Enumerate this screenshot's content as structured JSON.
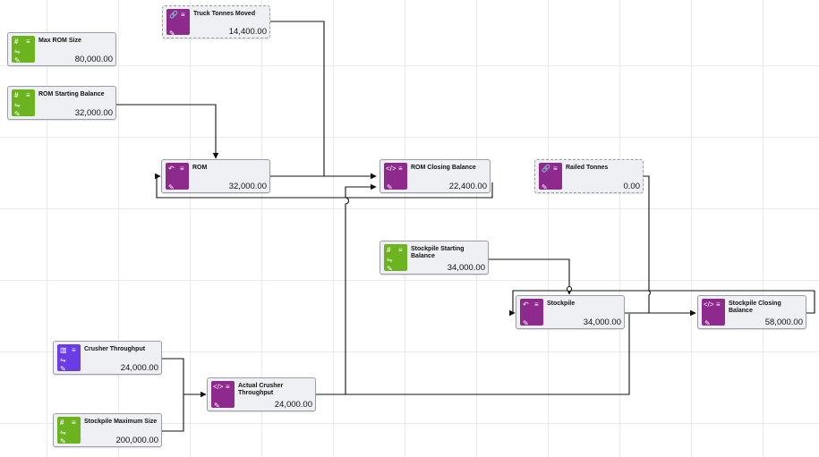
{
  "nodes": {
    "truck_tonnes_moved": {
      "title": "Truck Tonnes Moved",
      "value": "14,400.00",
      "type": "link-icon"
    },
    "max_rom_size": {
      "title": "Max ROM Size",
      "value": "80,000.00",
      "type": "hash-icon"
    },
    "rom_starting_balance": {
      "title": "ROM Starting Balance",
      "value": "32,000.00",
      "type": "hash-icon"
    },
    "rom": {
      "title": "ROM",
      "value": "32,000.00",
      "type": "stock-icon"
    },
    "rom_closing_balance": {
      "title": "ROM Closing Balance",
      "value": "22,400.00",
      "type": "code-icon"
    },
    "railed_tonnes": {
      "title": "Railed Tonnes",
      "value": "0.00",
      "type": "link-icon"
    },
    "stockpile_starting_balance": {
      "title": "Stockpile Starting Balance",
      "value": "34,000.00",
      "type": "hash-icon"
    },
    "stockpile": {
      "title": "Stockpile",
      "value": "34,000.00",
      "type": "stock-icon"
    },
    "stockpile_closing_balance": {
      "title": "Stockpile Closing Balance",
      "value": "58,000.00",
      "type": "code-icon"
    },
    "crusher_throughput": {
      "title": "Crusher Throughput",
      "value": "24,000.00",
      "type": "chart-icon"
    },
    "actual_crusher_throughput": {
      "title": "Actual Crusher Throughput",
      "value": "24,000.00",
      "type": "code-icon"
    },
    "stockpile_maximum_size": {
      "title": "Stockpile Maximum Size",
      "value": "200,000.00",
      "type": "hash-icon"
    }
  },
  "colors": {
    "input_green": "#6cb41f",
    "formula_purple": "#8e2a8e",
    "chart_violet": "#6b3ce6",
    "node_background": "#eef0f4",
    "edge": "#111111",
    "grid": "#ececec"
  }
}
